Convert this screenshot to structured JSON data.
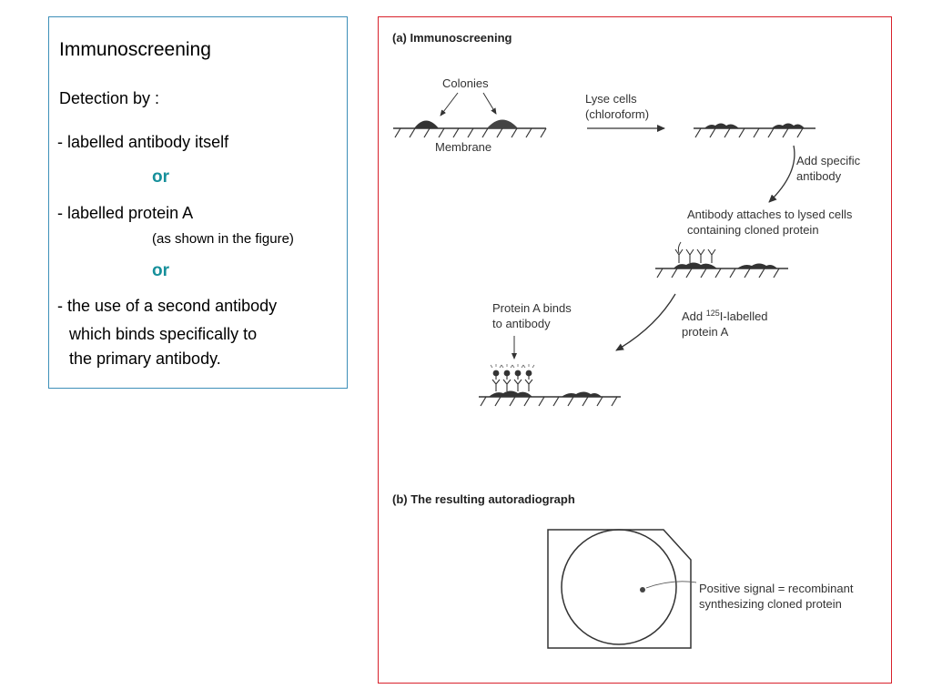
{
  "text_panel": {
    "title": "Immunoscreening",
    "detection": "Detection by :",
    "item1": "- labelled antibody itself",
    "or1": "or",
    "item2": "- labelled protein A",
    "item2_note": "(as shown in the figure)",
    "or2": "or",
    "item3_line1": "- the use of a second antibody",
    "item3_line2": "which binds specifically to",
    "item3_line3": "the primary antibody."
  },
  "figure": {
    "part_a_heading": "(a)  Immunoscreening",
    "colonies": "Colonies",
    "membrane": "Membrane",
    "lyse_line1": "Lyse cells",
    "lyse_line2": "(chloroform)",
    "add_specific_line1": "Add specific",
    "add_specific_line2": "antibody",
    "attaches_line1": "Antibody attaches to lysed cells",
    "attaches_line2": "containing cloned protein",
    "protein_a_binds_line1": "Protein A binds",
    "protein_a_binds_line2": "to antibody",
    "add_labelled_prefix": "Add ",
    "add_labelled_superscript": "125",
    "add_labelled_suffix": "I-labelled",
    "add_labelled_line2": "protein A",
    "part_b_heading": "(b)  The resulting autoradiograph",
    "positive_line1": "Positive signal = recombinant",
    "positive_line2": "synthesizing cloned protein"
  },
  "colors": {
    "accent_teal": "#17909b",
    "text_box_border": "#3d8fb8",
    "figure_border": "#d8212b"
  }
}
